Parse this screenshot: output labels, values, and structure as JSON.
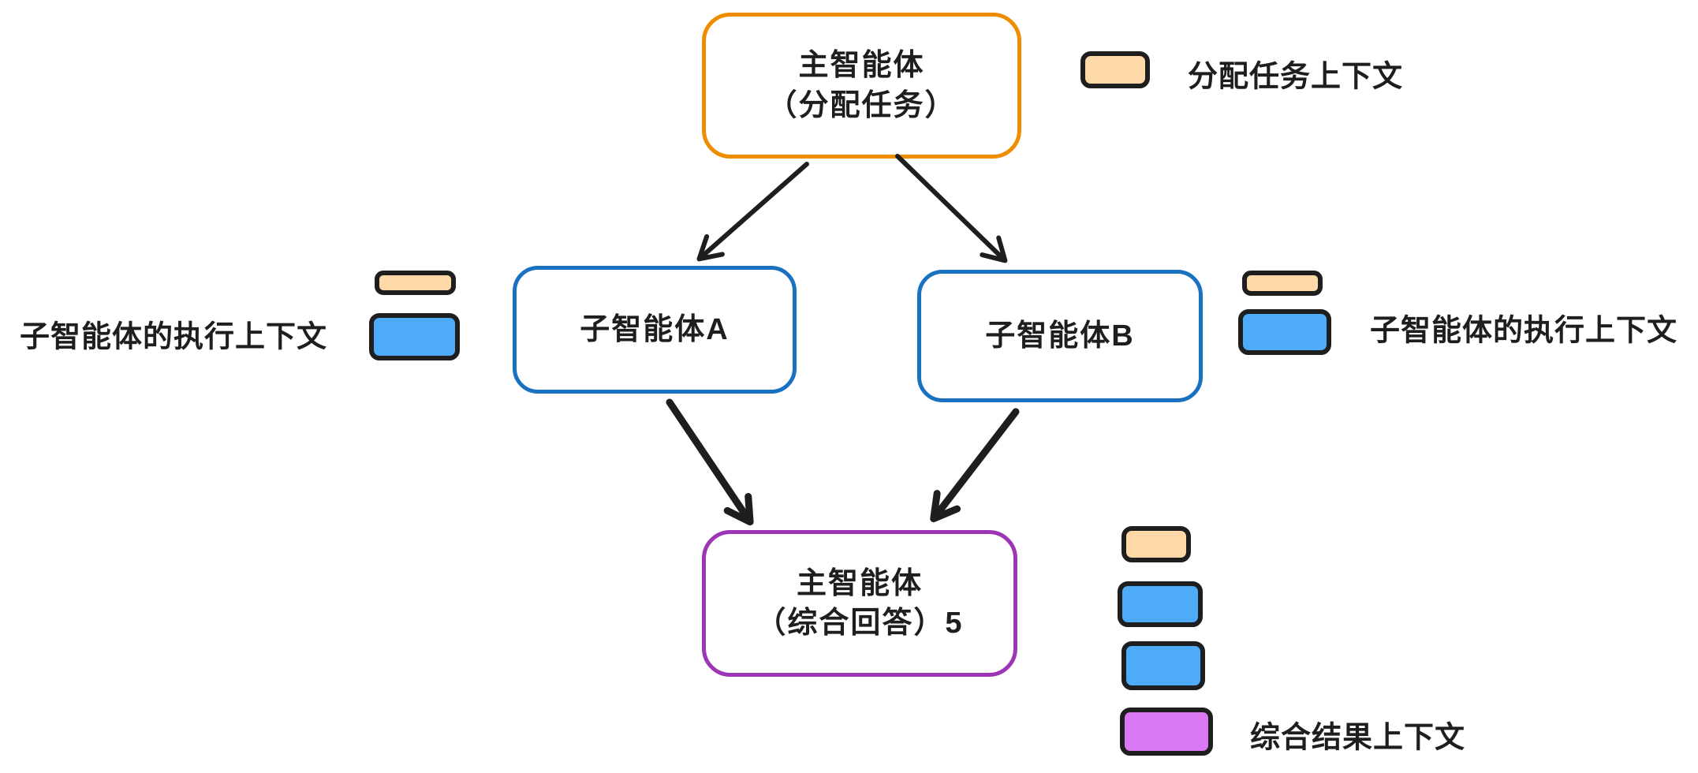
{
  "colors": {
    "background": "#ffffff",
    "ink": "#1e1e1e",
    "orange_stroke": "#f08c00",
    "blue_stroke": "#1971c2",
    "purple_stroke": "#9c36b5",
    "orange_fill": "#ffd8a8",
    "blue_fill": "#4dabf7",
    "purple_fill": "#da77f2"
  },
  "nodes": {
    "main_top": {
      "line1": "主智能体",
      "line2": "（分配任务）"
    },
    "sub_a": {
      "label": "子智能体A"
    },
    "sub_b": {
      "label": "子智能体B"
    },
    "main_bottom": {
      "line1": "主智能体",
      "line2": "（综合回答）5"
    }
  },
  "edges": [
    {
      "from": "main_top",
      "to": "sub_a"
    },
    {
      "from": "main_top",
      "to": "sub_b"
    },
    {
      "from": "sub_a",
      "to": "main_bottom"
    },
    {
      "from": "sub_b",
      "to": "main_bottom"
    }
  ],
  "legends": {
    "assign": {
      "label": "分配任务上下文",
      "swatches": [
        "orange"
      ]
    },
    "exec_left": {
      "label": "子智能体的执行上下文",
      "swatches": [
        "orange",
        "blue"
      ]
    },
    "exec_right": {
      "label": "子智能体的执行上下文",
      "swatches": [
        "orange",
        "blue"
      ]
    },
    "result": {
      "label": "综合结果上下文",
      "swatches": [
        "orange",
        "blue",
        "blue",
        "purple"
      ]
    }
  }
}
